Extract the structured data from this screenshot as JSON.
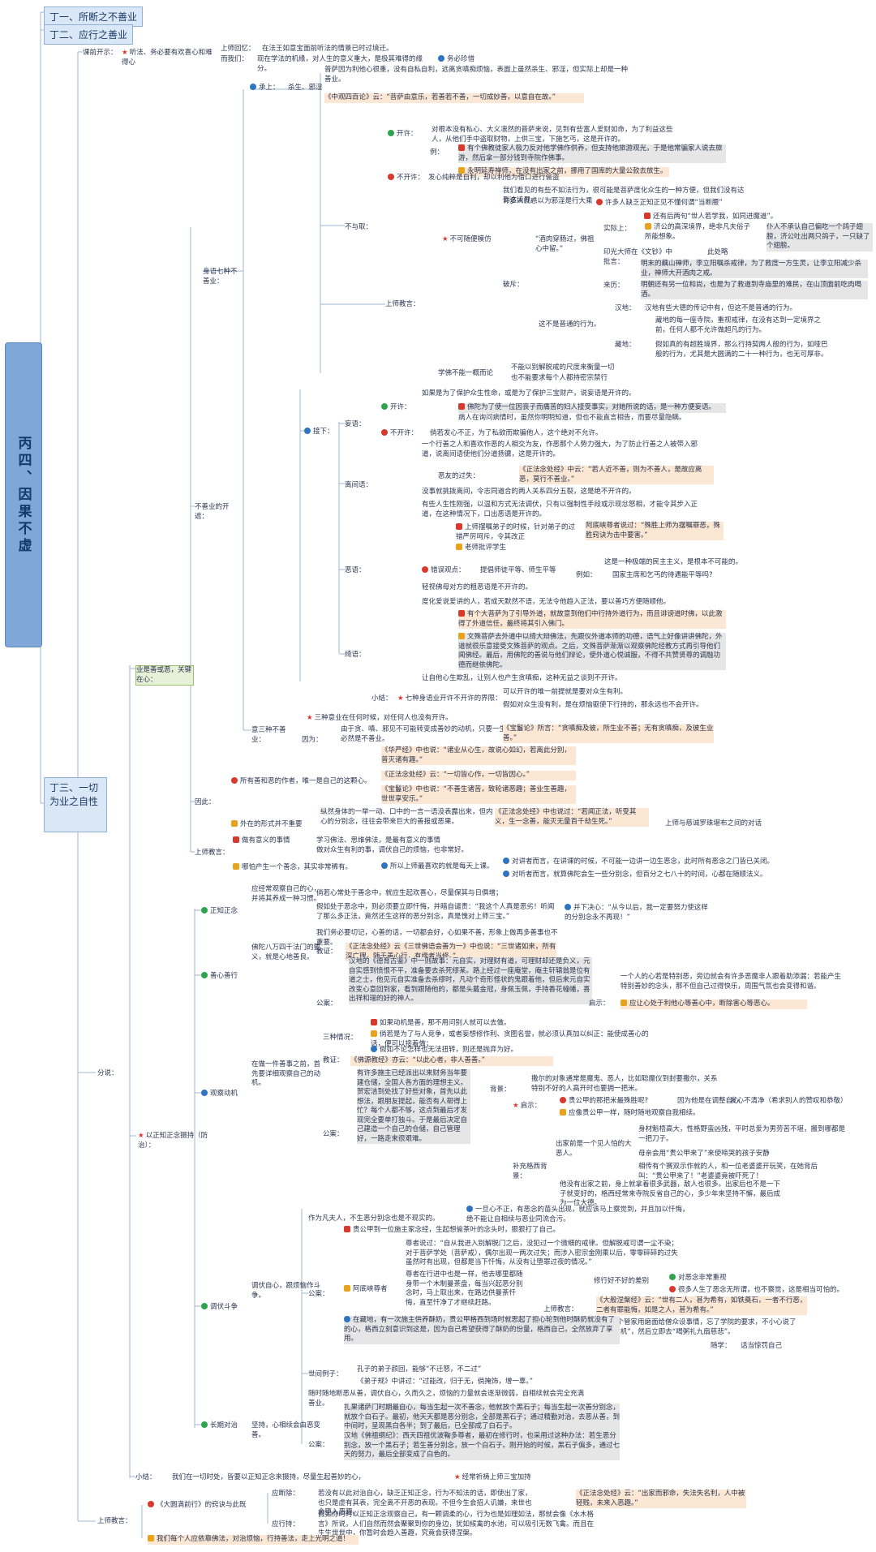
{
  "root": "丙四、因果不虚",
  "top": {
    "a": "丁一、所断之不善业",
    "b": "丁二、应行之善业",
    "c": "丁三、一切为业之自性"
  },
  "nodes": {
    "n1": "课前开示：",
    "n2": "听法、务必要有欢喜心和难得心",
    "n3": "上师回忆：",
    "n4": "在法王如意宝面前听法的情景已时过境迁。",
    "n5": "而我们：",
    "n6": "现在学法的机缘，对人生的意义重大，是极其难得的缘分。",
    "n7": "务必珍惜",
    "n8": "普萨因为利他心很重，没有自私自利，远离贪嗔痴烦恼，表面上虽然杀生、邪淫，但实际上却是一种善业。",
    "n9": "承上：",
    "n10": "杀生、邪淫",
    "n11": "《中观四百论》云：“菩萨由意乐，若善若不善，一切成妙善，以意自在故。”",
    "n12": "身语七种不善业：",
    "n13": "开许：",
    "n14": "对根本没有私心、大义凛然的普萨来说，见到有些富人爱财如命，为了利益这些人，从他们手中盗取财物，上供三宝，下施乞丐，这是开许的。",
    "n15": "例：",
    "n16": "有个佛教徒家人极力反对他学佛作供养，但支持他旅游观光，于是他常骗家人说去旅游，然后拿一部分钱到寺院作佛事。",
    "n17": "永明延寿禅师，在没有出家之前，挪用了国库的大量公款去放生。",
    "n18": "不开许：",
    "n19": "发心纯粹是自利，却以利他为借口进行偷盗",
    "n20": "不与取：",
    "n21": "我们看见的有些不如法行为，很可能是菩萨度化众生的一种方便，但我们没有达到这境界。",
    "n22": "许多人就惑以为邪淫是行大乘",
    "n23": "许多人缺乏正知正见不懂何谓“当断腰”",
    "n24": "还有后两句“世人若学我，如同进魔道”。",
    "n25": "实际上：",
    "n26": "济公的高深境界，绝非凡夫俗子所能想象。",
    "n27": "仆人不承认自己偏吃一个鸽子翅膀，济公吐出两只鸽子，一只缺了个翅膀。",
    "n28": "“酒肉穿肠过，佛祖心中留。”",
    "n29": "印光大师在《文钞》中批言：",
    "n30": "此处略",
    "n31": "破斥：",
    "n32": "明末的藕山禅师，李立阳嘱杀戒律，为了救度一方生灵，让李立阳减少杀业，禅师大开酒肉之戒。",
    "n33": "来历：",
    "n34": "明朝还有另一位和尚，也是为了救道到寺庙里的难民，在山顶面前吃肉喝酒。",
    "n35": "不可随便模仿",
    "n36": "这不是普通的行为。",
    "n37": "汉地：",
    "n38": "汉地有些大德的传记中有，但这不是普通的行为。",
    "n39": "藏地：",
    "n40": "藏地的每一座寺院，重视戒律，在没有达到一定境界之前，任何人都不允许做超凡的行为。",
    "n41": "假如真的有超胜境界，那么行持契两人般的行为，如哑巴般的行为，尤其是大圆满的二十一种行为，也无可厚非。",
    "n42": "上师教言：",
    "n43": "学佛不能一概而论",
    "n44": "不能以别解脱戒的尺度来衡量一切",
    "n45": "也不能要求每个人都持密宗禁行",
    "n46": "接下：",
    "n47": "如果是为了保护众生性命，或是为了保护三宝财产，说妄语是开许的。",
    "n48": "开许：",
    "n49": "佛陀为了使一位因丧子而痛苦的妇人接受事实，对她所说的话，是一种方便妄语。",
    "n50": "病人在询问病情时，虽然你明明知道，但也不能直言相告，而要尽量隐瞒。",
    "n51": "妄语：",
    "n52": "不开许：",
    "n53": "倘若发心不正，为了私欲而欺骗他人，这个绝对不允许。",
    "n54": "一个行善之人和喜欢作恶的人相交为友，作恶那个人势力强大，为了防止行善之人被带入邪道，说离间语使他们分道扬镳，这是开许的。",
    "n55": "离间语：",
    "n56": "恶友的过失：",
    "n57": "《正法念处经》中云：“若人近不善，则为不善人，是故应离恶，莫行不善业。”",
    "n58": "没事就挑拨离间，令志同道合的两人关系四分五裂，这是绝不开许的。",
    "n59": "有些人生性刚强，以温和方式无法调伏，只有以强制性手段或示现忿怒相，才能令其步入正道，在这种情况下，口出恶语是开许的。",
    "n60": "上师摆嘱弟子的时候，针对弟子的过错严厉呵斥，令其改正",
    "n61": "阿底峡尊者说过：“殊胜上师为摆嘱罪恶，殊胜窍诀为击中要害。”",
    "n62": "老师批评学生",
    "n63": "恶语：",
    "n64": "错误观点：",
    "n65": "提倡师徒平等、师生平等",
    "n66": "这是一种极端的民主主义，是根本不可能的。",
    "n67": "例如：",
    "n68": "国家主席和乞丐的待遇能平等吗?",
    "n69": "轻视佛母对方的粗恶语是不开许的。",
    "n70": "度化爱说爱讲的人，若成天默然不语，无法令他趋入正法，要以善巧方便随顺他。",
    "n71": "有个大菩萨为了引导外道，就故意到他们中行持外道行为，而且诽谤道时佛，以此激得了外道信任，最终将其引入佛门。",
    "n72": "文殊菩萨去外道中以绮大辩佛法，先跟仪外道本师的功德，语气上好像讲讲佛陀，外道就很乐意接受文殊菩萨的观点。之后，文殊菩萨渐渐以观察佛陀经教方式再引导他们闻佛经。最后，用佛陀的善说与他们辩论，使外道心悦诚服，不得不共赞贤尊的调融功德而继依佛陀。",
    "n73": "绮语：",
    "n74": "让自他心生欺乱，让别人也产生贪嗔痴，这种无益之谈则不开许。",
    "n75": "小结：",
    "n76": "七种身语业开许不开许的界限：",
    "n77": "可以开许的唯一前提就是要对众生有利。",
    "n78": "假如对众生没有利，是在烦恼驱使下行持的，那永远也不会开许。",
    "n79": "三种意业在任何时候，对任何人也没有开许。",
    "n80": "意三种不善业：",
    "n81": "由于贪、嗔、邪见不可能转变成善妙的动机，只要一生起，就必然是不善业。",
    "n82": "因为：",
    "n83": "《宝鬘论》所言：“贪嗔痴及彼，所生业不善；无有贪嗔痴，及彼生业善。”",
    "n84": "不善业的开遮：",
    "n85": "《华严经》中也说：“诸业从心生，故说心如幻，若离此分别，普灭诸有趣。”",
    "n86": "所有善和恶的作者，唯一是自己的这颗心。",
    "n87": "《正法念处经》云：“一切皆心作，一切皆因心。”",
    "n88": "《宝鬘论》中也说：“不善生诸苦，致轮诸恶趣；善业生善趣，世世享安乐。”",
    "n89": "因此：",
    "n90": "外在的形式并不重要",
    "n91": "纵然身体的一举一动、口中的一言一语没表露出来，但内心的分别念，往往会带来巨大的善报或恶果。",
    "n92": "《正法念处经》中也说过：“若闻正法，听受其义，生一念善，能灭无量百千劫生死。”",
    "n93": "上师与慈诚罗珠堪布之间的对话",
    "n94": "上师教言：",
    "n95": "做有意义的事情",
    "n96": "学习佛法、思维佛法，是最有意义的事情",
    "n97": "做对众生有利的事，调伏自己的烦恼，也非常好。",
    "n98": "哪怕产生一个善念，其实非常稀有。",
    "n99": "所以上师最喜欢的就是每天上课。",
    "n100": "对讲者而言，在讲课的时候，不可能一边讲一边生恶念，此时所有恶念之门皆已关闭。",
    "n101": "对听者而言，就算佛陀会生一些分别念，但百分之七八十的时间，心都在随顺法义。",
    "n102": "业是善或恶，关键在心：",
    "n103": "正知正念",
    "n104": "应经常观察自己的心，并将其养成一种习惯。",
    "n105": "倘若心常处于善念中，就应生起欢喜心，尽量保其与日俱增；",
    "n106": "假如处于恶念中，则必须要立即忏悔，并暗自谴责：“我这个人真是恶劣！听闻了那么多正法，竟然还生这样的恶分别念，真是愧对上师三宝。”",
    "n107": "并下决心：“从今以后，我一定要努力使这样的分别念永不再现！”",
    "n108": "善心善行",
    "n109": "佛陀八万四千法门的要义，就是心地善良。",
    "n110": "我们务必要切记，心善的话，一切都会好，心如果不善，形象上做再多善事也不重要。",
    "n111": "教证：",
    "n112": "《正法念处经》云《三世佛语会善为一》中也说：“三世诸如来，所有深广理，随于善心行，有缘者当修。”",
    "n113": "汉地的《德育古鉴》中一则故事：元自实，对理财有道，可理财却还是负义，元自实感到愤恨不平，准备要去杀死缪某。路上经过一座庵堂，庵主轩辕翁是位有道之士，他见元自实准备去杀缪时，凡动个奇形怪状的鬼跟着他，但后来元自实改变心意回到家，看到跟随他的，都是头戴金冠，身佩玉佩，手持香花幢幡，喜出祥和瑞的好的神人。",
    "n114": "公案：",
    "n115": "启示：",
    "n116": "一个人的心若是特别恶，旁边就会有许多恶魔非人跟着助添漏：若能产生特别善妙的念头，那不但自己过得快乐，周围气氛也会变得和谐。",
    "n117": "应让心处于利他心等善心中，断除害心等恶心。",
    "n118": "三种情况：",
    "n119": "如果动机是善，那不用问别人就可以去做。",
    "n120": "倘若是为了与人竞争，或者妄想修作利、贪图名誉，就必须认真加以纠正：能使成善心的话，便可以接着做；",
    "n121": "假如不论怎样也无法扭转，则还是抛弃为好。",
    "n122": "观察动机",
    "n123": "在做一件善事之前，首先要详细观察自己的动机。",
    "n124": "教证：",
    "n125": "《佛源教经》亦云：“以此心者，非人善善。”",
    "n126": "有许多施主已经派出以来财务当年要建仓储，全国人各方面的理想主义。贺宏洁到处找了好些对象，首先以此想法，跟朋友提起，能否有人帮得上忙？每个人都不够，这点到最后才发现完全要单打独斗。于是最后决定自己建造一个自己的仓储，自己管理好，一路走来很艰难。",
    "n127": "公案：",
    "n128": "背景：",
    "n129": "撒尔的对象通常是魔鬼、恶人，比如聪魔仪到封要撒尔，关系特别不好的人高开时也要拥一把米。",
    "n130": "启示：",
    "n131": "贵公甲的那把米最殊胜呢?",
    "n132": "因为他是在调整自心",
    "n133": "发心不清净（希求别人的赞叹和恭敬）",
    "n134": "应像贵公甲一样，随时随地观察自我相续。",
    "n135": "出家前是一个见人怕的大恶人。",
    "n136": "身材魁梧高大，性格野蛮凶残，平时总爱为男劳苦不堪，搬到哪都是一把刀子。",
    "n137": "母亲会用“贵公甲来了”来使啼哭的孩子安静",
    "n138": "相传有个赛双示作就的人，和一位老婆婆开玩笑，在她背后叫：“贵公甲来了！”老婆婆竟被吓死了！",
    "n139": "补充格西背景：",
    "n140": "他没有出家之前，身上就拿着很多武器，敌人也很多。出家后也不是一下子就变好的，格西经常来寺院反省自己的心，多少年来坚持不懈，最后成为一位大德。",
    "n141": "作为凡夫人，不生恶分别念也是不现实的。",
    "n142": "一旦心不正，有恶念的苗头出现，就应该马上察觉到，并且加以忏悔，绝不能让自相续与恶业同流合污。",
    "n143": "贵公甲到一位施主家念经，生起想偷茶叶的念头时，狠狠打了自己。",
    "n144": "尊者说过：“自从我进入别解脱门之后，没犯过一个微细的戒律。但解脱戒可谓一尘不染；对于菩萨学处（菩萨戒），偶尔出现一两次过失；而涉入密宗金刚乘以后，零零碎碎的过失虽然时有出现，但都是当下忏悔，从没有让堕罪过夜的情况。”",
    "n145": "阿底峡尊者",
    "n146": "尊者在行进中也是一样，他去哪里都随身带一个木制曼茶盘，每当兴起恶分别念时，马上取出来，在路边供曼荼忏悔，直至忏净了才继续赶路。",
    "n147": "修行好不好的差别",
    "n148": "对恶念非常重视",
    "n149": "很多人生了恶念无所谓，也不察觉，这是相当可怕的。",
    "n150": "《大般涅槃经》云：“世有二人，甚为希有，如铁奠石，一者不行恶，二者有罪能悔，如是之人，甚为希有。”",
    "n151": "上师教言：",
    "n152": "学院有个管家用磨面给僧众设事情，忘了学院的要求，不小心说了个“他拉机”，然后立即去“喝粥礼九扇慈悲”。",
    "n153": "随学：",
    "n154": "话当惊罚自己",
    "n155": "公案：",
    "n156": "在藏地，有一次施主供养酥奶，贵公甲格西到场时就思起了担心轮到他时酥奶就没有了的心，格西立刻意识到这是，因为自己希望获得了酥奶的份量，格西自己，全然放弃了享用。",
    "n157": "调伏自心，跟烦恼作斗争。",
    "n158": "孔子的弟子颜回，能够“不迁怒，不二过”",
    "n159": "《弟子规》中讲过：“过能改，归于无，倘掩饰，增一辜。”",
    "n160": "世间例子：",
    "n161": "调伏斗争",
    "n162": "随时随地断恶从善，调伏自心，久而久之，烦恼的力量就会逐渐微弱，自相续就会完全充满善业。",
    "n163": "扎果诸萨门时期最自心，每当生起一次不善念，他就放个黑石子；每当生起一次善分别念，就放个白石子。最初，他天天都是恶分别念，全部是黑石子；通过精勤对治，去恶从善，到中间时，呈现黑白各半；到了最后，已全部成了白石子。",
    "n164": "公案：",
    "n165": "汉地《佛祖纲纪》：西天四祖优波鞠多尊者，最初在修行时，也采用过这种办法：若生恶分别念，放一个黑石子；若生善分别念，放一个白石子。刚开始的时候，黑石子偏多，通过七天的努力，最后全部变成了白色的。",
    "n166": "坚持，心相续会由恶变善。",
    "n167": "长期对治",
    "n168": "以正知正念摄持（防治）：",
    "n169": "分说：",
    "n170": "小结：",
    "n171": "我们在一切时处，皆要以正知正念来摄持，尽量生起善妙的心，",
    "n172": "经常祈祷上师三宝加持",
    "n173": "若没有以此对治自心，缺乏正知正念，行为不知法的话，即使出了家，也只是虚有其表，完全离不开恶的表现。不但今生会招人讥嫌，来世也会堕入恶趣。",
    "n174": "《正法念处经》云：“出家而邪命，失法失名利，人中被轻贱，未来入恶趣。”",
    "n175": "应断除：",
    "n176": "假如你时时以正知正念观察自己，有一颗调柔的心，行为也是如理如法，那就会像《水木格言》所说，人们自然而然会聚聚到你的身边，犹如候禽的水池，可以吸引无数飞禽。而且在生生世世中，你暂时会趋入善趣，究竟会获得涅槃。",
    "n177": "应行持：",
    "n178": "《大圆满前行》的窍诀与此既",
    "n179": "我们每个人应依靠佛法，对治烦恼，行持善法，走上光明之道！",
    "n180": "上师教言："
  }
}
